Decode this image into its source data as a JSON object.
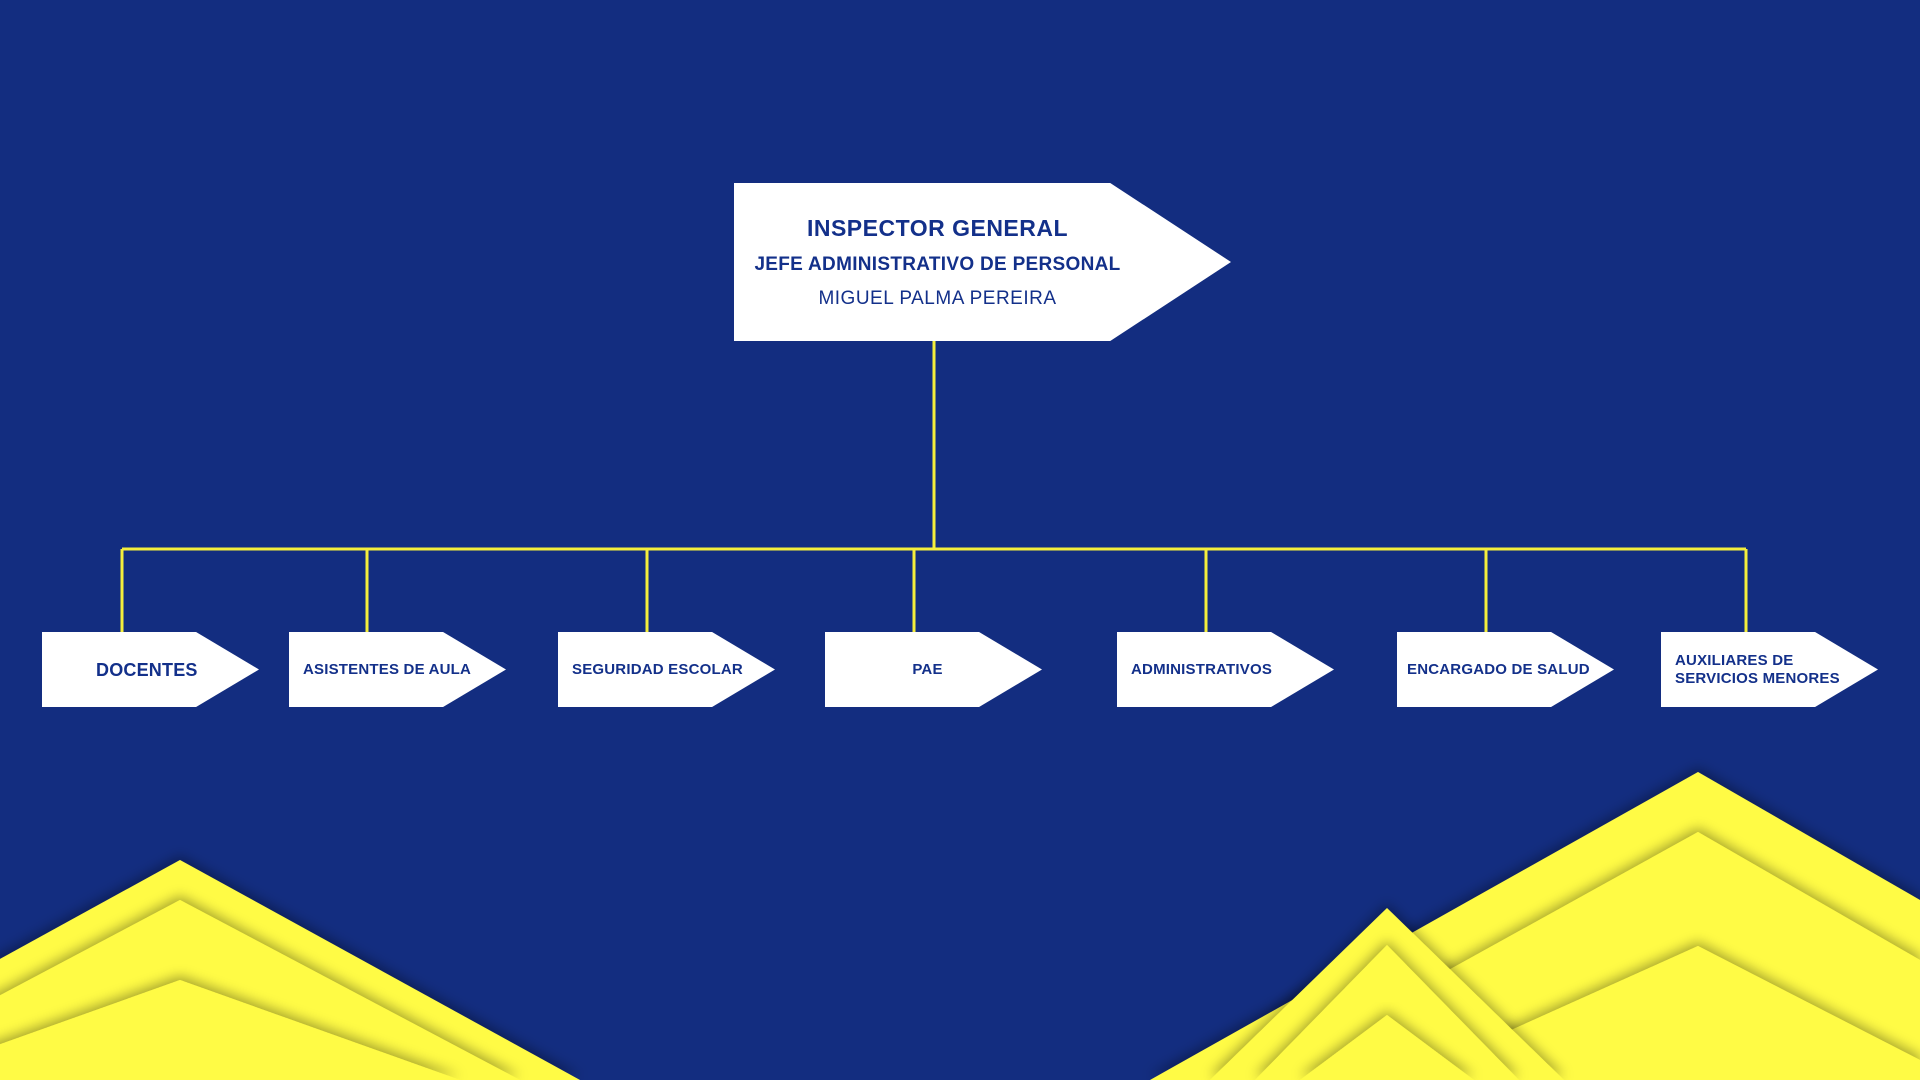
{
  "colors": {
    "background": "#132d80",
    "box_fill": "#ffffff",
    "box_text": "#13308a",
    "connector": "#f4ee3c",
    "mountain_light": "#fffb45",
    "mountain_shade": "#c9c21f"
  },
  "top_node": {
    "title": "INSPECTOR GENERAL",
    "role": "JEFE ADMINISTRATIVO DE PERSONAL",
    "name": "MIGUEL PALMA PEREIRA"
  },
  "children": [
    {
      "label": "DOCENTES"
    },
    {
      "label": "ASISTENTES DE AULA"
    },
    {
      "label": "SEGURIDAD ESCOLAR"
    },
    {
      "label": "PAE"
    },
    {
      "label": "ADMINISTRATIVOS"
    },
    {
      "label": "ENCARGADO DE SALUD"
    },
    {
      "label_line1": "AUXILIARES DE",
      "label_line2": "SERVICIOS MENORES"
    }
  ]
}
